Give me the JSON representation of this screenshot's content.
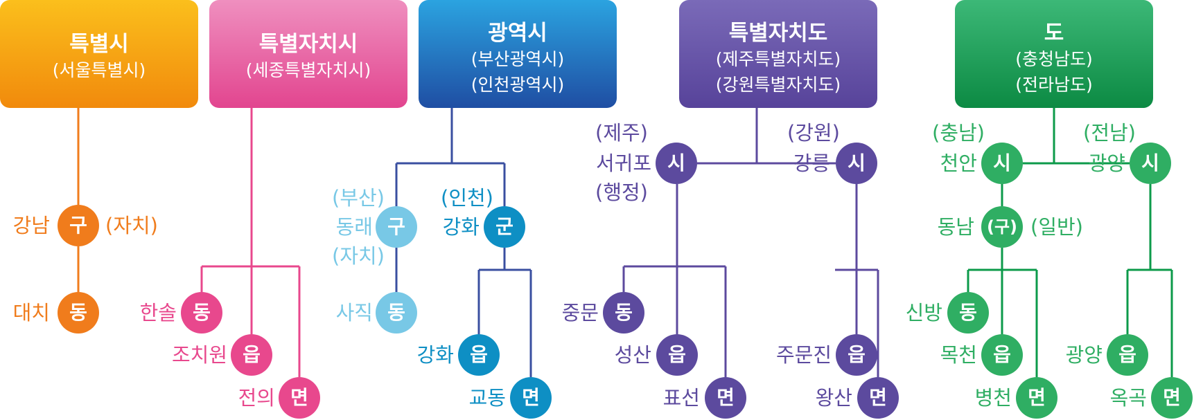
{
  "headers": [
    {
      "key": "h1",
      "title": "특별시",
      "lines": [
        "(서울특별시)"
      ],
      "colors": [
        "#fbbf1c",
        "#f18a0c"
      ]
    },
    {
      "key": "h2",
      "title": "특별자치시",
      "lines": [
        "(세종특별자치시)"
      ],
      "colors": [
        "#ef8fbf",
        "#e2458f"
      ]
    },
    {
      "key": "h3",
      "title": "광역시",
      "lines": [
        "(부산광역시)",
        "(인천광역시)"
      ],
      "colors": [
        "#2ba3e0",
        "#1f4ea3"
      ]
    },
    {
      "key": "h4",
      "title": "특별자치도",
      "lines": [
        "(제주특별자치도)",
        "(강원특별자치도)"
      ],
      "colors": [
        "#7a6ab8",
        "#57439a"
      ]
    },
    {
      "key": "h5",
      "title": "도",
      "lines": [
        "(충청남도)",
        "(전라남도)"
      ],
      "colors": [
        "#3cb877",
        "#0c8a43"
      ]
    }
  ],
  "nodes": [
    {
      "key": "n1",
      "char": "구",
      "color": "#f07c1c"
    },
    {
      "key": "n2",
      "char": "동",
      "color": "#f07c1c"
    },
    {
      "key": "n3",
      "char": "동",
      "color": "#e8488d"
    },
    {
      "key": "n4",
      "char": "읍",
      "color": "#e8488d"
    },
    {
      "key": "n5",
      "char": "면",
      "color": "#e8488d"
    },
    {
      "key": "n6",
      "char": "구",
      "color": "#78c8e6"
    },
    {
      "key": "n7",
      "char": "군",
      "color": "#0e8fc4"
    },
    {
      "key": "n8",
      "char": "동",
      "color": "#78c8e6"
    },
    {
      "key": "n9",
      "char": "읍",
      "color": "#0e8fc4"
    },
    {
      "key": "n10",
      "char": "면",
      "color": "#0e8fc4"
    },
    {
      "key": "n11",
      "char": "시",
      "color": "#5c4a9e"
    },
    {
      "key": "n12",
      "char": "시",
      "color": "#5c4a9e"
    },
    {
      "key": "n13",
      "char": "동",
      "color": "#5c4a9e"
    },
    {
      "key": "n14",
      "char": "읍",
      "color": "#5c4a9e"
    },
    {
      "key": "n15",
      "char": "면",
      "color": "#5c4a9e"
    },
    {
      "key": "n16",
      "char": "읍",
      "color": "#5c4a9e"
    },
    {
      "key": "n17",
      "char": "면",
      "color": "#5c4a9e"
    },
    {
      "key": "n18",
      "char": "시",
      "color": "#2fae63"
    },
    {
      "key": "n19",
      "char": "시",
      "color": "#2fae63"
    },
    {
      "key": "n20",
      "char": "(구)",
      "color": "#2fae63"
    },
    {
      "key": "n21",
      "char": "동",
      "color": "#2fae63"
    },
    {
      "key": "n22",
      "char": "읍",
      "color": "#2fae63"
    },
    {
      "key": "n23",
      "char": "면",
      "color": "#2fae63"
    },
    {
      "key": "n24",
      "char": "읍",
      "color": "#2fae63"
    },
    {
      "key": "n25",
      "char": "면",
      "color": "#2fae63"
    }
  ],
  "labels": [
    {
      "key": "l1",
      "text": "강남",
      "color": "#f07c1c"
    },
    {
      "key": "l2",
      "text": "(자치)",
      "color": "#f07c1c"
    },
    {
      "key": "l3",
      "text": "대치",
      "color": "#f07c1c"
    },
    {
      "key": "l4",
      "text": "한솔",
      "color": "#e8488d"
    },
    {
      "key": "l5",
      "text": "조치원",
      "color": "#e8488d"
    },
    {
      "key": "l6",
      "text": "전의",
      "color": "#e8488d"
    },
    {
      "key": "l7",
      "text": "(부산)",
      "color": "#78c8e6"
    },
    {
      "key": "l8",
      "text": "동래",
      "color": "#78c8e6"
    },
    {
      "key": "l9",
      "text": "(자치)",
      "color": "#78c8e6"
    },
    {
      "key": "l10",
      "text": "(인천)",
      "color": "#0e8fc4"
    },
    {
      "key": "l11",
      "text": "강화",
      "color": "#0e8fc4"
    },
    {
      "key": "l12",
      "text": "사직",
      "color": "#78c8e6"
    },
    {
      "key": "l13",
      "text": "강화",
      "color": "#0e8fc4"
    },
    {
      "key": "l14",
      "text": "교동",
      "color": "#0e8fc4"
    },
    {
      "key": "l15",
      "text": "(제주)",
      "color": "#5c4a9e"
    },
    {
      "key": "l16",
      "text": "서귀포",
      "color": "#5c4a9e"
    },
    {
      "key": "l17",
      "text": "(행정)",
      "color": "#5c4a9e"
    },
    {
      "key": "l18",
      "text": "(강원)",
      "color": "#5c4a9e"
    },
    {
      "key": "l19",
      "text": "강릉",
      "color": "#5c4a9e"
    },
    {
      "key": "l20",
      "text": "중문",
      "color": "#5c4a9e"
    },
    {
      "key": "l21",
      "text": "성산",
      "color": "#5c4a9e"
    },
    {
      "key": "l22",
      "text": "표선",
      "color": "#5c4a9e"
    },
    {
      "key": "l23",
      "text": "주문진",
      "color": "#5c4a9e"
    },
    {
      "key": "l24",
      "text": "왕산",
      "color": "#5c4a9e"
    },
    {
      "key": "l25",
      "text": "(충남)",
      "color": "#2fae63"
    },
    {
      "key": "l26",
      "text": "천안",
      "color": "#2fae63"
    },
    {
      "key": "l27",
      "text": "(전남)",
      "color": "#2fae63"
    },
    {
      "key": "l28",
      "text": "광양",
      "color": "#2fae63"
    },
    {
      "key": "l29",
      "text": "동남",
      "color": "#2fae63"
    },
    {
      "key": "l30",
      "text": "(일반)",
      "color": "#2fae63"
    },
    {
      "key": "l31",
      "text": "신방",
      "color": "#2fae63"
    },
    {
      "key": "l32",
      "text": "목천",
      "color": "#2fae63"
    },
    {
      "key": "l33",
      "text": "병천",
      "color": "#2fae63"
    },
    {
      "key": "l34",
      "text": "광양",
      "color": "#2fae63"
    },
    {
      "key": "l35",
      "text": "옥곡",
      "color": "#2fae63"
    }
  ]
}
